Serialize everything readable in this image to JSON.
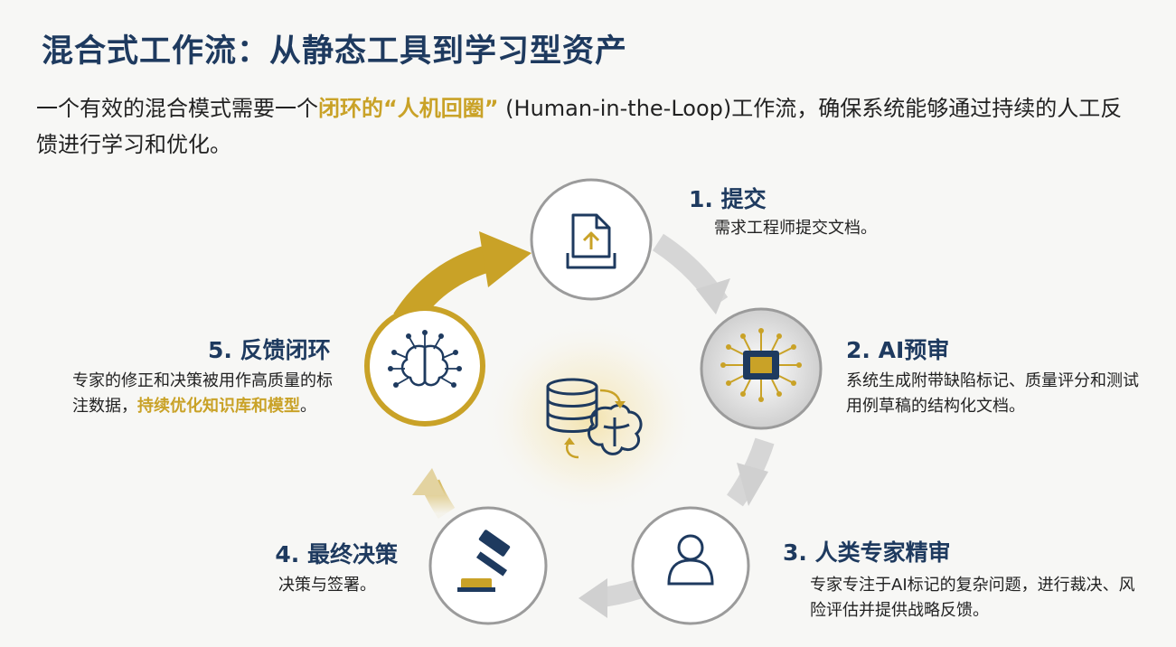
{
  "title": "混合式工作流：从静态工具到学习型资产",
  "intro": {
    "before": "一个有效的混合模式需要一个",
    "highlight": "闭环的“人机回圈”",
    "after": " (Human-in-the-Loop)工作流，确保系统能够通过持续的人工反馈进行学习和优化。"
  },
  "steps": [
    {
      "title": "1. 提交",
      "desc": "需求工程师提交文档。",
      "icon": "document-upload-icon"
    },
    {
      "title": "2. AI预审",
      "desc": "系统生成附带缺陷标记、质量评分和测试用例草稿的结构化文档。",
      "icon": "ai-chip-icon"
    },
    {
      "title": "3. 人类专家精审",
      "desc": "专家专注于AI标记的复杂问题，进行裁决、风险评估并提供战略反馈。",
      "icon": "person-icon"
    },
    {
      "title": "4. 最终决策",
      "desc": "决策与签署。",
      "icon": "gavel-icon"
    },
    {
      "title": "5. 反馈闭环",
      "desc_before": "专家的修正和决策被用作高质量的标注数据，",
      "desc_highlight": "持续优化知识库和模型",
      "desc_after": "。",
      "icon": "neural-brain-icon"
    }
  ],
  "center_icon": "database-brain-icon",
  "colors": {
    "navy": "#1e3a5f",
    "gold": "#c9a227",
    "gray_ring": "#d6d6d6",
    "circle_border": "#9b9b9b"
  }
}
